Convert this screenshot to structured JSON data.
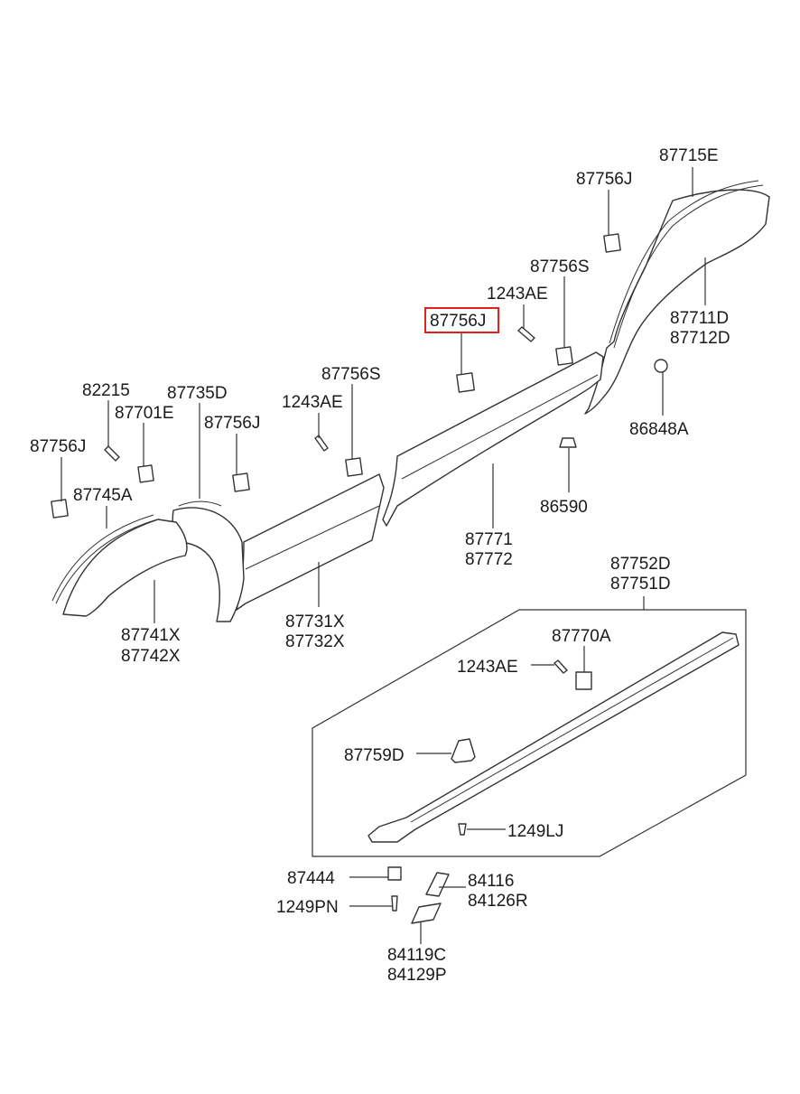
{
  "labels": {
    "p87715E": "87715E",
    "p87756J_top": "87756J",
    "p87756S_top": "87756S",
    "p1243AE_top": "1243AE",
    "p87756J_sel": "87756J",
    "p87711D": "87711D",
    "p87712D": "87712D",
    "p86848A": "86848A",
    "p86590": "86590",
    "p87771": "87771",
    "p87772": "87772",
    "p87756S_mid": "87756S",
    "p1243AE_mid": "1243AE",
    "p82215": "82215",
    "p87735D": "87735D",
    "p87701E": "87701E",
    "p87756J_mid": "87756J",
    "p87756J_left": "87756J",
    "p87745A": "87745A",
    "p87741X": "87741X",
    "p87742X": "87742X",
    "p87731X": "87731X",
    "p87732X": "87732X",
    "p87752D": "87752D",
    "p87751D": "87751D",
    "p87770A": "87770A",
    "p1243AE_box": "1243AE",
    "p87759D": "87759D",
    "p1249LJ": "1249LJ",
    "p87444": "87444",
    "p1249PN": "1249PN",
    "p84116": "84116",
    "p84126R": "84126R",
    "p84119C": "84119C",
    "p84129P": "84129P"
  },
  "highlight_color": "#e0201c",
  "highlighted_part": "87756J"
}
